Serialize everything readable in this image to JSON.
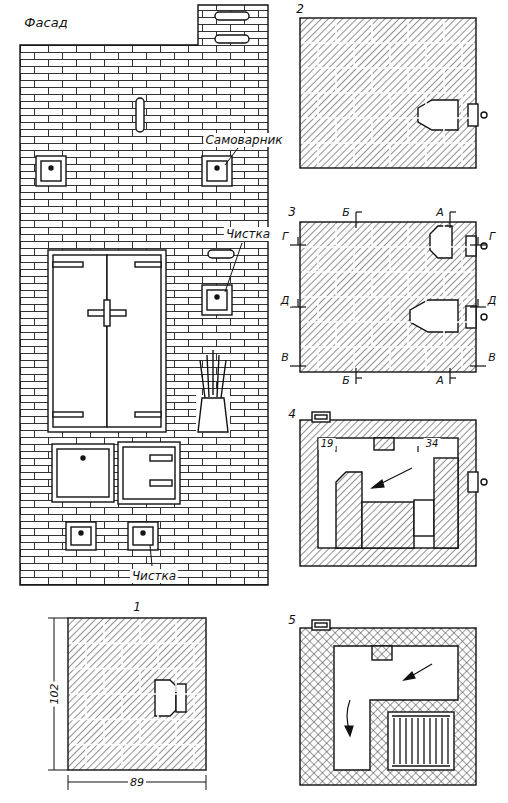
{
  "diagram": {
    "labels": [
      "Фасад",
      "Самоварник",
      "Чистка",
      "Чистка",
      "102",
      "89",
      "1",
      "2",
      "3",
      "Б",
      "А",
      "Г",
      "Г",
      "Д",
      "Д",
      "В",
      "В",
      "Б",
      "А",
      "4",
      "19",
      "34",
      "5"
    ]
  }
}
